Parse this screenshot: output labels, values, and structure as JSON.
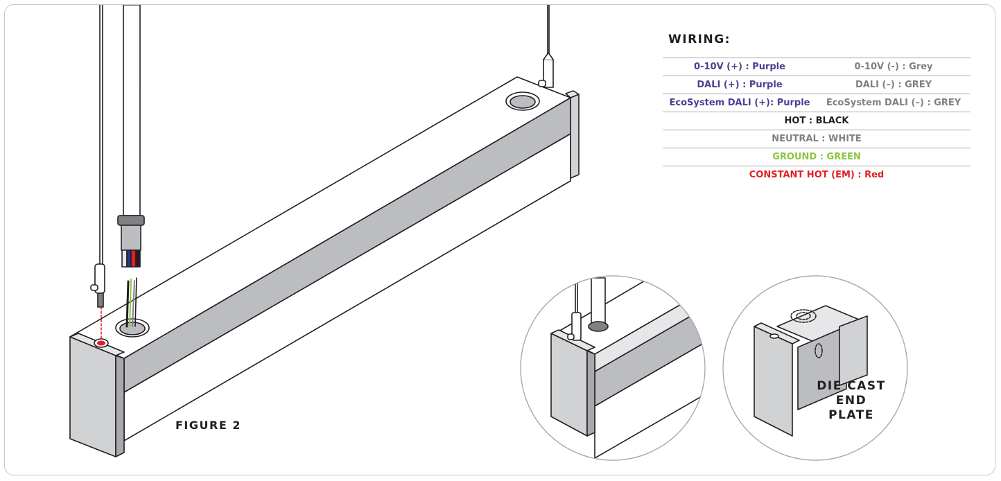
{
  "wiring": {
    "title": "WIRING:",
    "rows": [
      {
        "left": "0-10V (+) : Purple",
        "right": "0-10V (-) : Grey"
      },
      {
        "left": "DALI (+) : Purple",
        "right": "DALI (–) : GREY"
      },
      {
        "left": "EcoSystem DALI (+): Purple",
        "right": "EcoSystem DALI (–) : GREY"
      }
    ],
    "full_rows": [
      {
        "text": "HOT : BLACK",
        "color": "#231f20"
      },
      {
        "text": "NEUTRAL : WHITE",
        "color": "#808184"
      },
      {
        "text": "GROUND : GREEN",
        "color": "#8dc63f"
      },
      {
        "text": "CONSTANT HOT (EM) : Red",
        "color": "#e31e25"
      }
    ],
    "colors": {
      "purple": "#4b3e93",
      "grey": "#808184"
    }
  },
  "figure_label": "FIGURE 2",
  "die_cast_label": {
    "line1": "DIE CAST",
    "line2": "END",
    "line3": "PLATE"
  },
  "illustration": {
    "main": "linear-pendant-fixture",
    "detail_1": "end-cap-with-cable-grip-and-power-feed",
    "detail_2": "die-cast-end-plate"
  }
}
